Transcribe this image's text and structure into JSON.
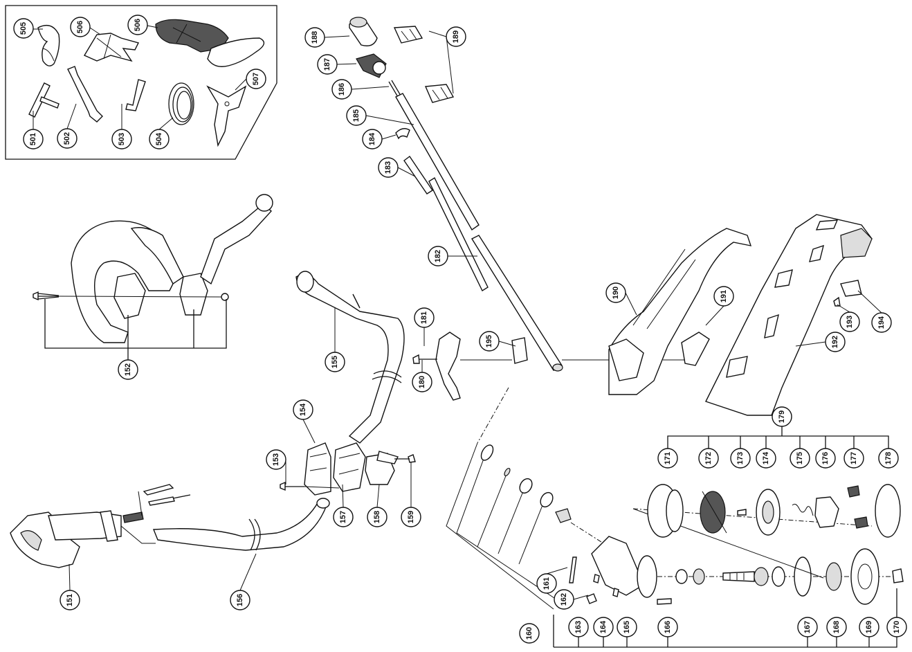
{
  "labels": {
    "p505": "505",
    "p506a": "506",
    "p506b": "506",
    "p507": "507",
    "p501": "501",
    "p502": "502",
    "p503": "503",
    "p504": "504",
    "p188": "188",
    "p187": "187",
    "p186": "186",
    "p185": "185",
    "p184": "184",
    "p183": "183",
    "p182": "182",
    "p189": "189",
    "p152": "152",
    "p155": "155",
    "p181": "181",
    "p195": "195",
    "p180": "180",
    "p190": "190",
    "p191": "191",
    "p192": "192",
    "p193": "193",
    "p194": "194",
    "p154": "154",
    "p153": "153",
    "p157": "157",
    "p158": "158",
    "p159": "159",
    "p151": "151",
    "p156": "156",
    "p179": "179",
    "p171": "171",
    "p172": "172",
    "p173": "173",
    "p174": "174",
    "p175": "175",
    "p176": "176",
    "p177": "177",
    "p178": "178",
    "p160": "160",
    "p161": "161",
    "p162": "162",
    "p163": "163",
    "p164": "164",
    "p165": "165",
    "p166": "166",
    "p167": "167",
    "p168": "168",
    "p169": "169",
    "p170": "170"
  }
}
